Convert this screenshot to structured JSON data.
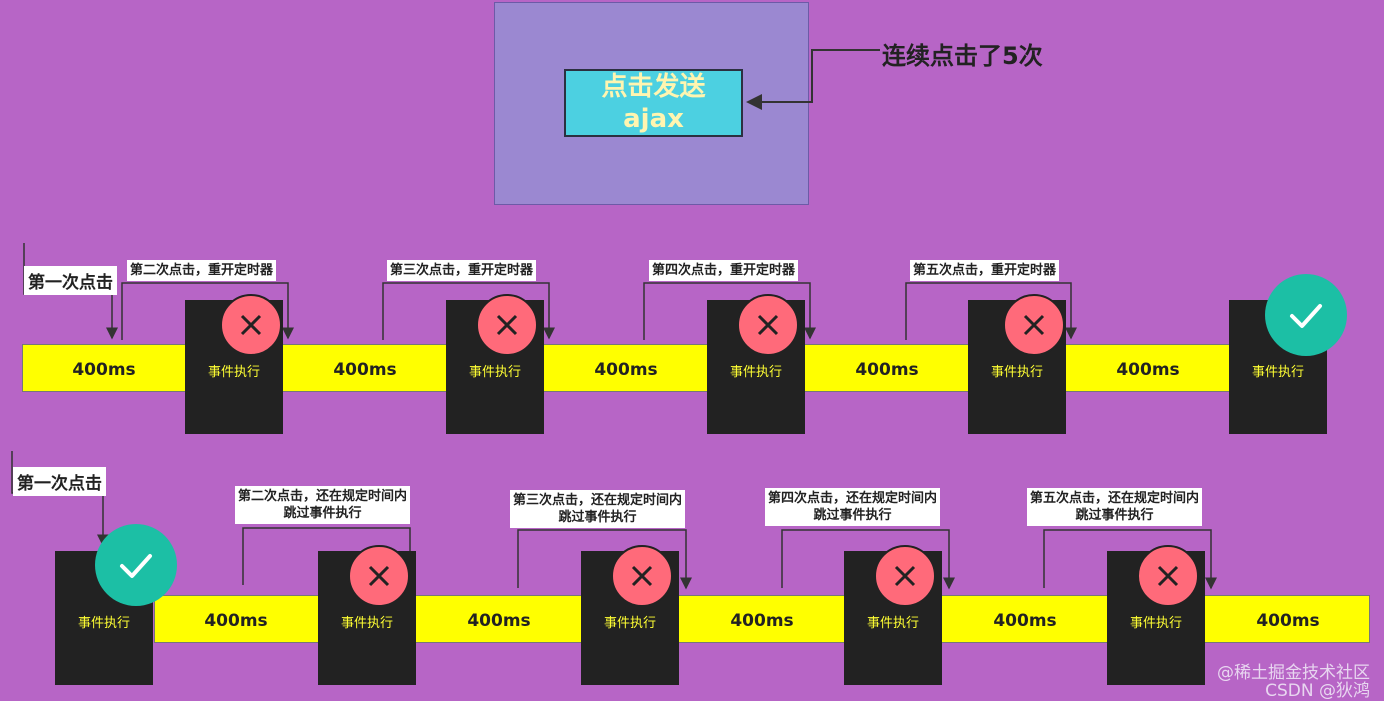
{
  "top": {
    "button_line1": "点击发送",
    "button_line2": "ajax",
    "caption": "连续点击了5次"
  },
  "debounce_row": {
    "first_label": "第一次点击",
    "duration": "400ms",
    "event": "事件执行",
    "restart_labels": [
      "第二次点击，重开定时器",
      "第三次点击，重开定时器",
      "第四次点击，重开定时器",
      "第五次点击，重开定时器"
    ]
  },
  "throttle_row": {
    "first_label": "第一次点击",
    "duration": "400ms",
    "event": "事件执行",
    "skip_labels": [
      {
        "line1": "第二次点击，还在规定时间内",
        "line2": "跳过事件执行"
      },
      {
        "line1": "第三次点击，还在规定时间内",
        "line2": "跳过事件执行"
      },
      {
        "line1": "第四次点击，还在规定时间内",
        "line2": "跳过事件执行"
      },
      {
        "line1": "第五次点击，还在规定时间内",
        "line2": "跳过事件执行"
      }
    ]
  },
  "watermark": {
    "line1": "@稀土掘金技术社区",
    "line2": "CSDN @狄鸿"
  },
  "colors": {
    "background": "#b765c6",
    "bar": "#ffff00",
    "block": "#222222",
    "cancel": "#ff6a7a",
    "success": "#1cbfa5",
    "button": "#4cd0e1"
  }
}
